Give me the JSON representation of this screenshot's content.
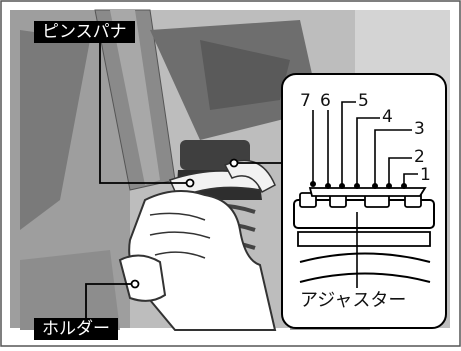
{
  "labels": {
    "pin_spanner": "ピンスパナ",
    "holder": "ホルダー",
    "adjuster": "アジャスター"
  },
  "positions": [
    "1",
    "2",
    "3",
    "4",
    "5",
    "6",
    "7"
  ]
}
